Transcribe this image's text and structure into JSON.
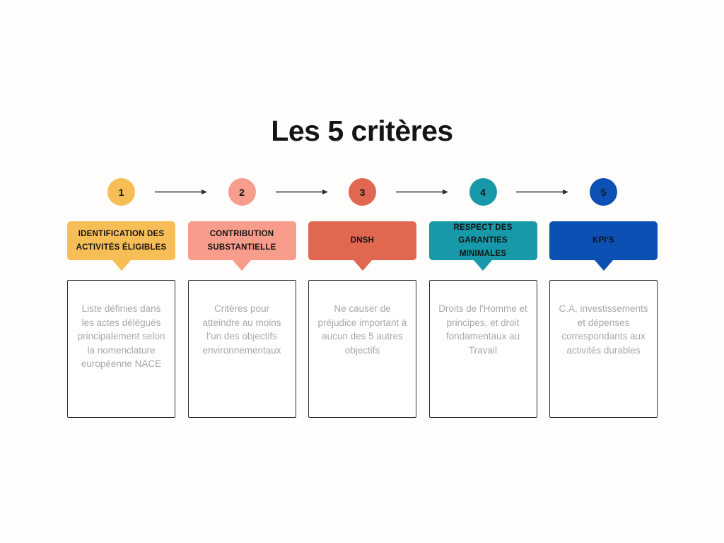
{
  "page": {
    "title": "Les 5 critères",
    "background_color": "#FFFEFC",
    "arrow_color": "#2E2E2E",
    "body_text_color": "#A7A7A7"
  },
  "columns": [
    {
      "number": "1",
      "color": "#F7BE57",
      "header": "IDENTIFICATION DES ACTIVITÉS ÉLIGIBLES",
      "body": "Liste définies dans les actes délégués principalement selon la nomenclature européenne NACE"
    },
    {
      "number": "2",
      "color": "#F89C8B",
      "header": "CONTRIBUTION SUBSTANTIELLE",
      "body": "Critères pour atteindre au moins l’un des objectifs environnementaux"
    },
    {
      "number": "3",
      "color": "#E06850",
      "header": "DNSH",
      "body": "Ne causer de préjudice important à aucun des 5 autres objectifs"
    },
    {
      "number": "4",
      "color": "#1899A9",
      "header": "RESPECT DES GARANTIES MINIMALES",
      "body": "Droits de l'Homme et principes, et droit fondamentaux au Travail"
    },
    {
      "number": "5",
      "color": "#0D50B4",
      "header": "KPI’S",
      "body": "C.A, investissements et dépenses correspondants aux activités durables"
    }
  ]
}
